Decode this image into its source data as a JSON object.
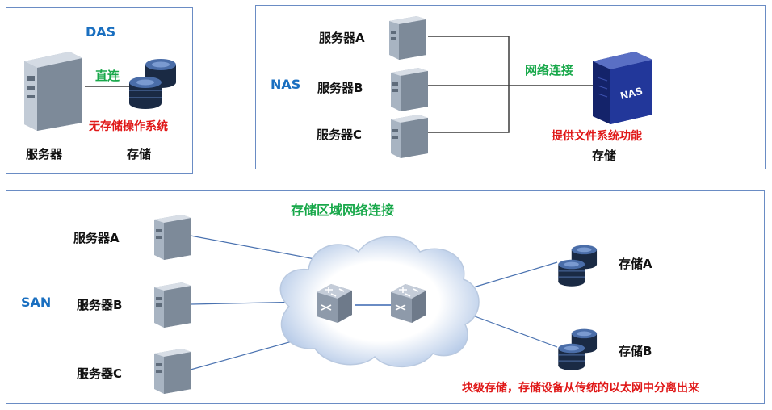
{
  "colors": {
    "panel_border": "#6a8cc4",
    "protocol_blue": "#1a6fc0",
    "link_green": "#18a84a",
    "note_red": "#e01818",
    "line_gray": "#3c3c3c",
    "line_blue": "#4a72b0"
  },
  "das": {
    "title": "DAS",
    "link_label": "直连",
    "note": "无存储操作系统",
    "server_label": "服务器",
    "storage_label": "存储"
  },
  "nas": {
    "title": "NAS",
    "servers": [
      "服务器A",
      "服务器B",
      "服务器C"
    ],
    "link_label": "网络连接",
    "device_text": "NAS",
    "note": "提供文件系统功能",
    "storage_label": "存储"
  },
  "san": {
    "title": "SAN",
    "network_label": "存储区域网络连接",
    "servers": [
      "服务器A",
      "服务器B",
      "服务器C"
    ],
    "storages": [
      "存储A",
      "存储B"
    ],
    "note": "块级存储，存储设备从传统的以太网中分离出来"
  },
  "icons": {
    "server": "tower-server-icon",
    "disk": "disk-stack-icon",
    "switch": "network-switch-icon",
    "cloud": "cloud-icon",
    "nas": "nas-appliance-icon"
  }
}
